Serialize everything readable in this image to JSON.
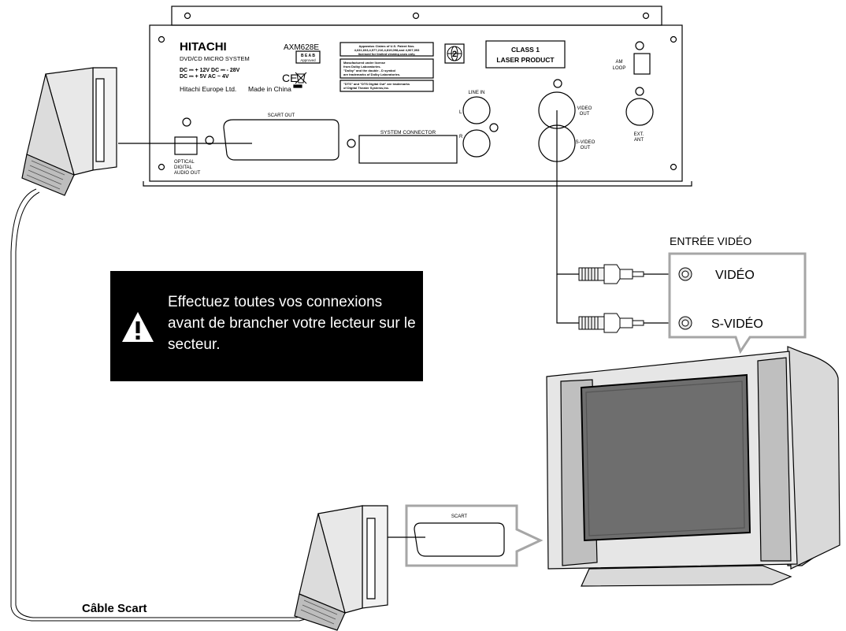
{
  "colors": {
    "line": "#000000",
    "callout_border": "#a6a6a6",
    "tv_body": "#e6e6e6",
    "tv_screen": "#6e6e6e",
    "warning_bg": "#000000",
    "warning_text": "#ffffff"
  },
  "player": {
    "brand": "HITACHI",
    "model": "AXM628E",
    "subtitle": "DVD/CD MICRO SYSTEM",
    "seal_line1": "B E A B",
    "seal_line2": "Approved",
    "power_line1": "DC ⎓ + 12V   DC ⎓ - 28V",
    "power_line2": "DC ⎓ + 5V    AC ~ 4V",
    "ce_mark": "CE",
    "manufacturer": "Hitachi Europe Ltd.",
    "made_in": "Made in China",
    "patent_text": [
      "Apparatus Claims of U.S. Patent Nos.",
      "4,631,603,4,577,216,4,819,098,and 4,907,093",
      "licensed for limited viewing uses only."
    ],
    "dolby_text": [
      "Manufactured under license",
      "from Dolby Laboratories.",
      "\"Dolby\" and the double - D symbol",
      "are trademarks of Dolby Laboratories."
    ],
    "dts_text": [
      "\"DTS\" and \"DTS Digital Out\" are trademarks",
      "of Digital Theater Systems,Inc."
    ],
    "region_number": "2",
    "class_line1": "CLASS 1",
    "class_line2": "LASER PRODUCT",
    "am_loop": [
      "AM",
      "LOOP"
    ],
    "scart_out": "SCART OUT",
    "system_connector": "SYSTEM CONNECTOR",
    "line_in": "LINE IN",
    "line_l": "L",
    "line_r": "R",
    "video_out": [
      "VIDEO",
      "OUT"
    ],
    "svideo_out": [
      "S-VIDEO",
      "OUT"
    ],
    "ext_ant": [
      "EXT.",
      "ANT"
    ],
    "optical_out": [
      "OPTICAL",
      "DIGITAL",
      "AUDIO OUT"
    ]
  },
  "tv_inputs": {
    "title": "ENTRÉE VIDÉO",
    "video": "VIDÉO",
    "svideo": "S-VIDÉO"
  },
  "tv_scart": {
    "label": "SCART"
  },
  "warning": {
    "text": "Effectuez toutes vos connexions avant de brancher votre lecteur sur le secteur.",
    "icon": "warning-triangle-icon"
  },
  "cable": {
    "label": "Câble Scart"
  }
}
